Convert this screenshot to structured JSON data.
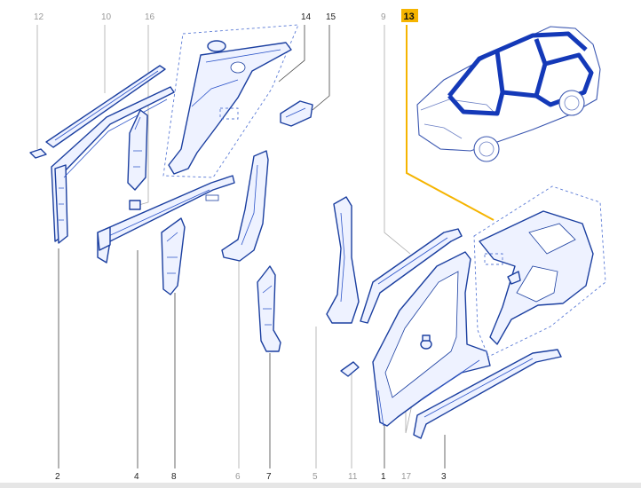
{
  "diagram": {
    "highlighted": "13",
    "top_labels": {
      "l12": "12",
      "l10": "10",
      "l16": "16",
      "l14": "14",
      "l15": "15",
      "l9": "9",
      "l13": "13"
    },
    "bottom_labels": {
      "l2": "2",
      "l4": "4",
      "l8": "8",
      "l6": "6",
      "l7": "7",
      "l5": "5",
      "l11": "11",
      "l1": "1",
      "l17": "17",
      "l3": "3"
    },
    "colors": {
      "part_stroke": "#1b3fa0",
      "part_fill": "#eef2ff",
      "highlight": "#f5b400",
      "label_grey": "#9a9a9a",
      "label_dark": "#222222"
    }
  }
}
